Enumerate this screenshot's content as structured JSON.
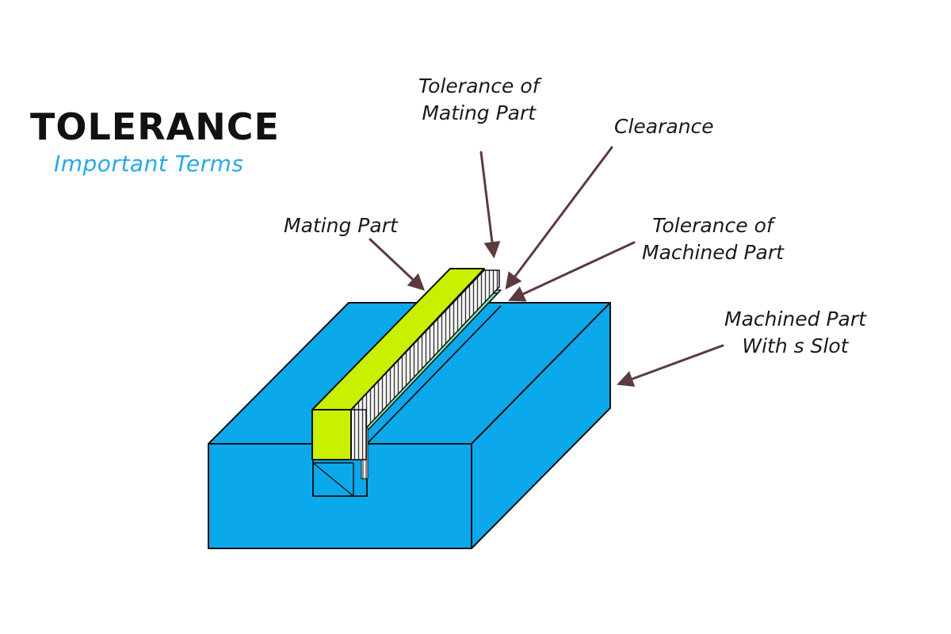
{
  "heading": {
    "title": "TOLERANCE",
    "subtitle": "Important Terms"
  },
  "labels": {
    "tolerance_mating_part": [
      "Tolerance of",
      "Mating Part"
    ],
    "clearance": "Clearance",
    "mating_part": "Mating Part",
    "tolerance_machined_part": [
      "Tolerance of",
      "Machined Part"
    ],
    "machined_part_slot": [
      "Machined Part",
      "With s Slot"
    ]
  },
  "colors": {
    "block": "#0ba8ec",
    "mating_part": "#c8f000",
    "tolerance_strip": "#7ee8b0",
    "arrow": "#5c3b3f",
    "outline": "#111111",
    "subtitle": "#29a8e8"
  }
}
